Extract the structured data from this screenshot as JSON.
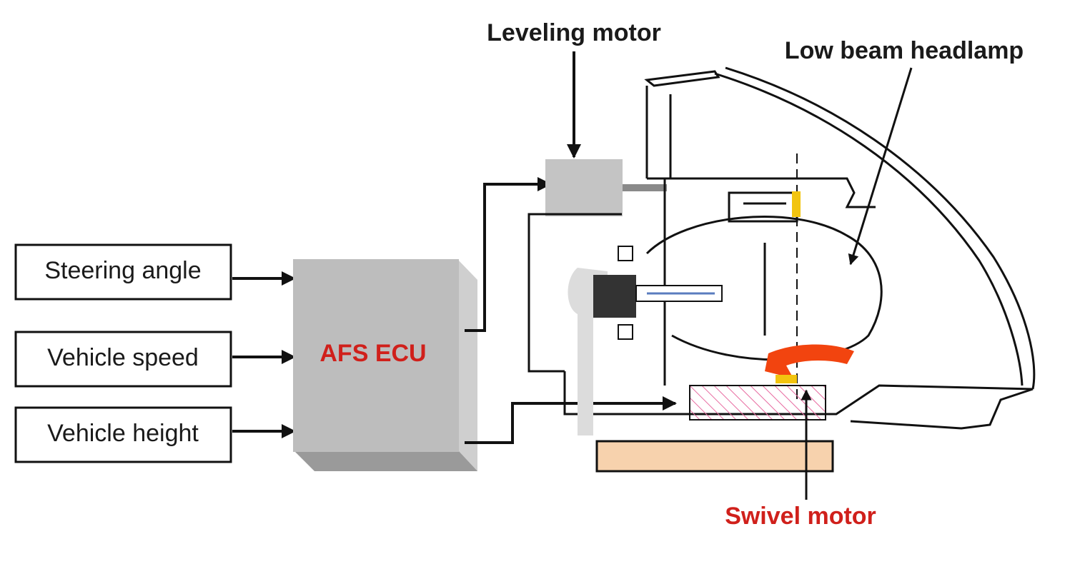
{
  "inputs": [
    {
      "label": "Steering angle"
    },
    {
      "label": "Vehicle speed"
    },
    {
      "label": "Vehicle height"
    }
  ],
  "ecu": {
    "label": "AFS ECU",
    "color": "#d0201b"
  },
  "callouts": {
    "leveling_motor": "Leveling motor",
    "low_beam_headlamp": "Low beam headlamp",
    "swivel_motor": "Swivel motor"
  },
  "colors": {
    "ecu_box": "#bdbdbd",
    "swivel_arrow": "#f2440f",
    "base_plate": "#f7d2ad",
    "hatch": "#e86aa0",
    "swivel_label": "#d0201b"
  }
}
